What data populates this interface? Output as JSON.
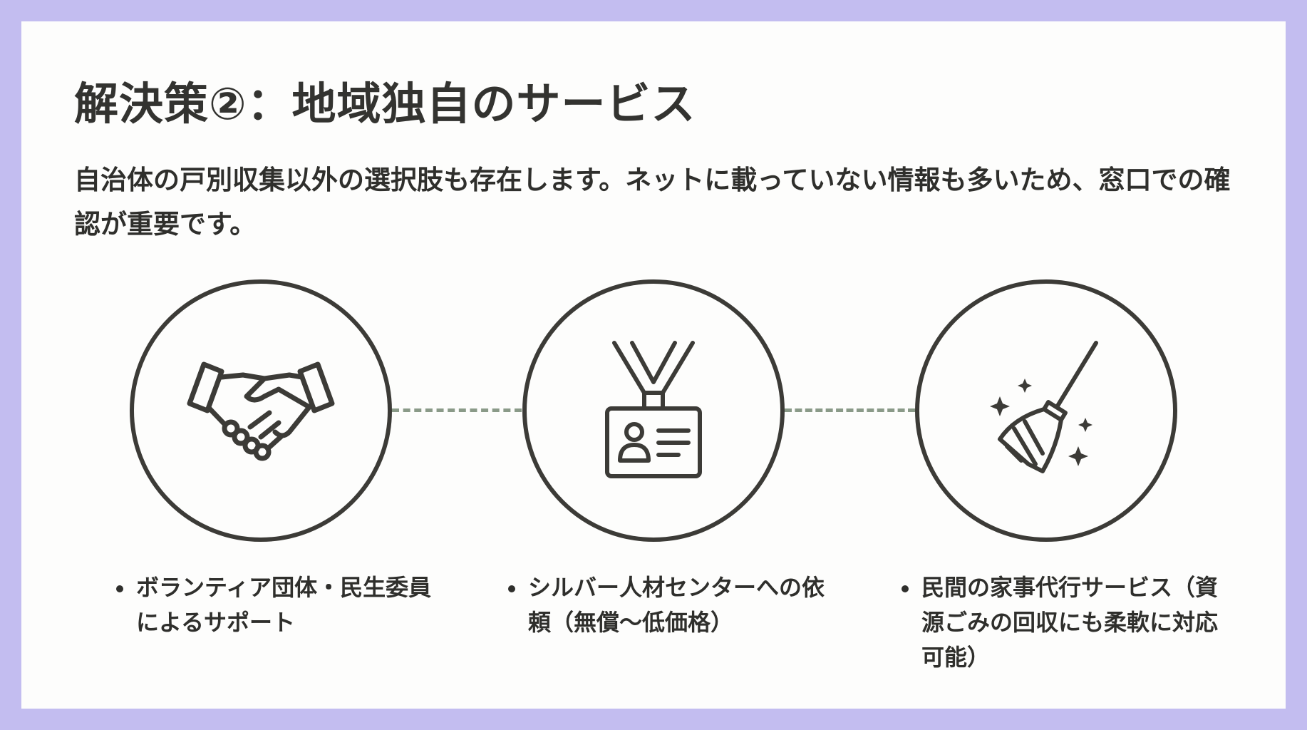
{
  "title": "解決策②：地域独自のサービス",
  "description": "自治体の戸別収集以外の選択肢も存在します。ネットに載っていない情報も多いため、窓口での確認が重要です。",
  "items": [
    {
      "icon": "handshake-icon",
      "text": "ボランティア団体・民生委員によるサポート"
    },
    {
      "icon": "id-badge-icon",
      "text": "シルバー人材センターへの依頼（無償〜低価格）"
    },
    {
      "icon": "broom-sparkle-icon",
      "text": "民間の家事代行サービス（資源ごみの回収にも柔軟に対応可能）"
    }
  ],
  "colors": {
    "frame": "#c3bdf0",
    "connector": "#8a9a88",
    "ink": "#3c3b37"
  }
}
